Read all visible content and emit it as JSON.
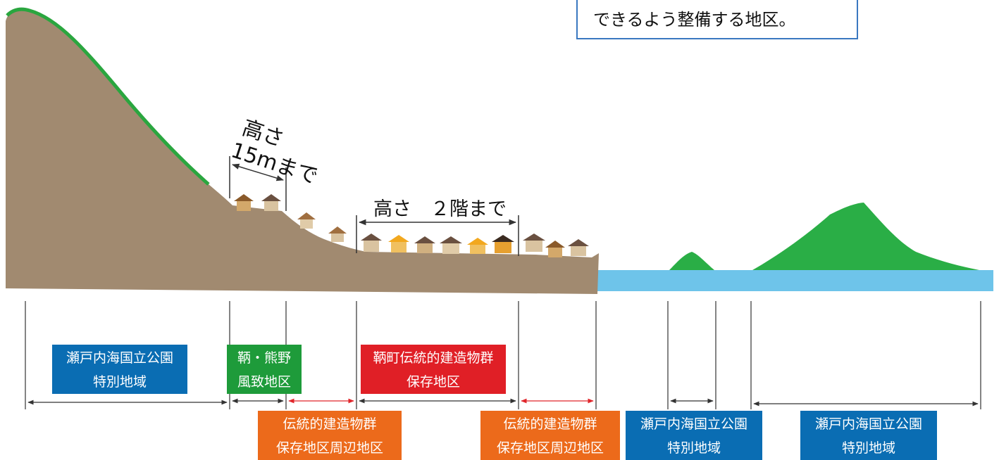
{
  "callout": {
    "text": "できるよう整備する地区。"
  },
  "height_notes": {
    "h15_line1": "高さ",
    "h15_line2": "15mまで",
    "h2": "高さ　２階まで"
  },
  "zones": {
    "park_left": {
      "line1": "瀬戸内海国立公園",
      "line2": "特別地域"
    },
    "scenic": {
      "line1": "鞆・熊野",
      "line2": "風致地区"
    },
    "preservation": {
      "line1": "鞆町伝統的建造物群",
      "line2": "保存地区"
    },
    "buffer_left": {
      "line1": "伝統的建造物群",
      "line2": "保存地区周辺地区"
    },
    "buffer_right": {
      "line1": "伝統的建造物群",
      "line2": "保存地区周辺地区"
    },
    "park_island": {
      "line1": "瀬戸内海国立公園",
      "line2": "特別地域"
    },
    "park_right": {
      "line1": "瀬戸内海国立公園",
      "line2": "特別地域"
    }
  },
  "colors": {
    "ground": "#a18a70",
    "hill_green": "#2aa63f",
    "sea": "#6ec4ea",
    "island": "#2aae46",
    "zone_blue": "#0a6db3",
    "zone_green": "#1e9b3a",
    "zone_red": "#e01f26",
    "zone_orange": "#ec6a1b"
  }
}
